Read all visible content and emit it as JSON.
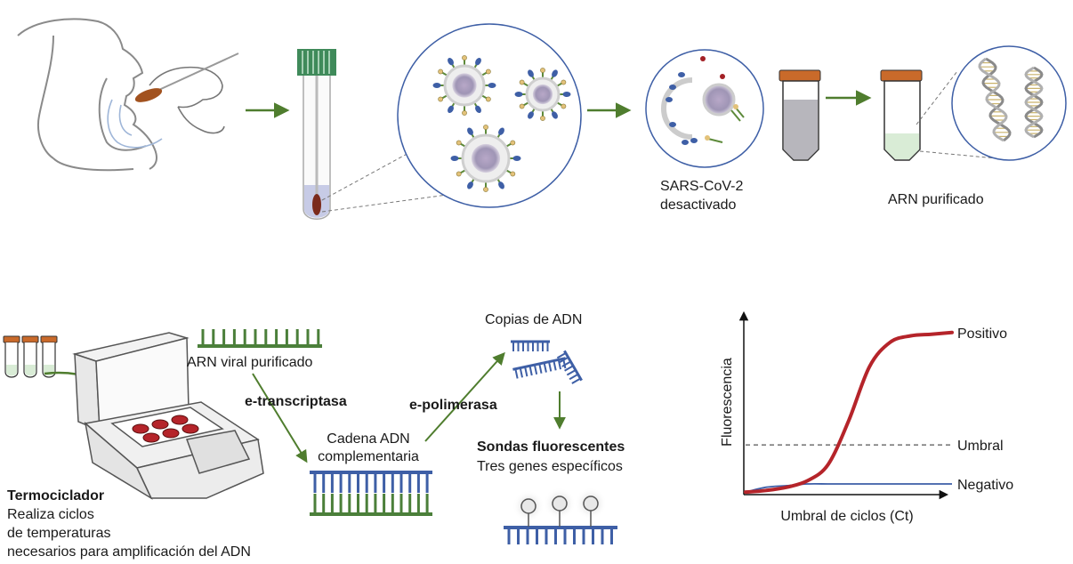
{
  "top_process": {
    "label_inactivated_line1": "SARS-CoV-2",
    "label_inactivated_line2": "desactivado",
    "label_purified_rna": "ARN purificado"
  },
  "bottom_process": {
    "label_viral_rna": "ARN viral purificado",
    "label_rt_enzyme": "e-transcriptasa",
    "label_polymerase": "e-polimerasa",
    "label_dna_copies": "Copias de ADN",
    "label_cdna_line1": "Cadena ADN",
    "label_cdna_line2": "complementaria",
    "label_probes_title": "Sondas fluorescentes",
    "label_probes_sub": "Tres genes específicos",
    "thermocycler_title": "Termociclador",
    "thermocycler_desc_line1": "Realiza ciclos",
    "thermocycler_desc_line2": "de temperaturas",
    "thermocycler_desc_line3": "necesarios para amplificación del ADN"
  },
  "colors": {
    "arrow_green": "#4f7d2e",
    "dna_green": "#4b7f3a",
    "dna_blue": "#3e5fa6",
    "positive_red": "#b5242a",
    "negative_blue": "#3d5fa8",
    "cap_orange": "#c96a2a",
    "swab_brown": "#a2521f"
  },
  "chart_data": {
    "type": "line",
    "xlabel": "Umbral de ciclos (Ct)",
    "ylabel": "Fluorescencia",
    "series": [
      {
        "name": "Positivo",
        "values": [
          0.01,
          0.02,
          0.04,
          0.08,
          0.18,
          0.45,
          0.78,
          0.93,
          0.97,
          0.98,
          0.99
        ]
      },
      {
        "name": "Negativo",
        "values": [
          0.01,
          0.04,
          0.05,
          0.06,
          0.06,
          0.06,
          0.06,
          0.06,
          0.06,
          0.06,
          0.06
        ]
      }
    ],
    "threshold": {
      "name": "Umbral",
      "value": 0.3
    },
    "ylim": [
      0,
      1
    ]
  }
}
